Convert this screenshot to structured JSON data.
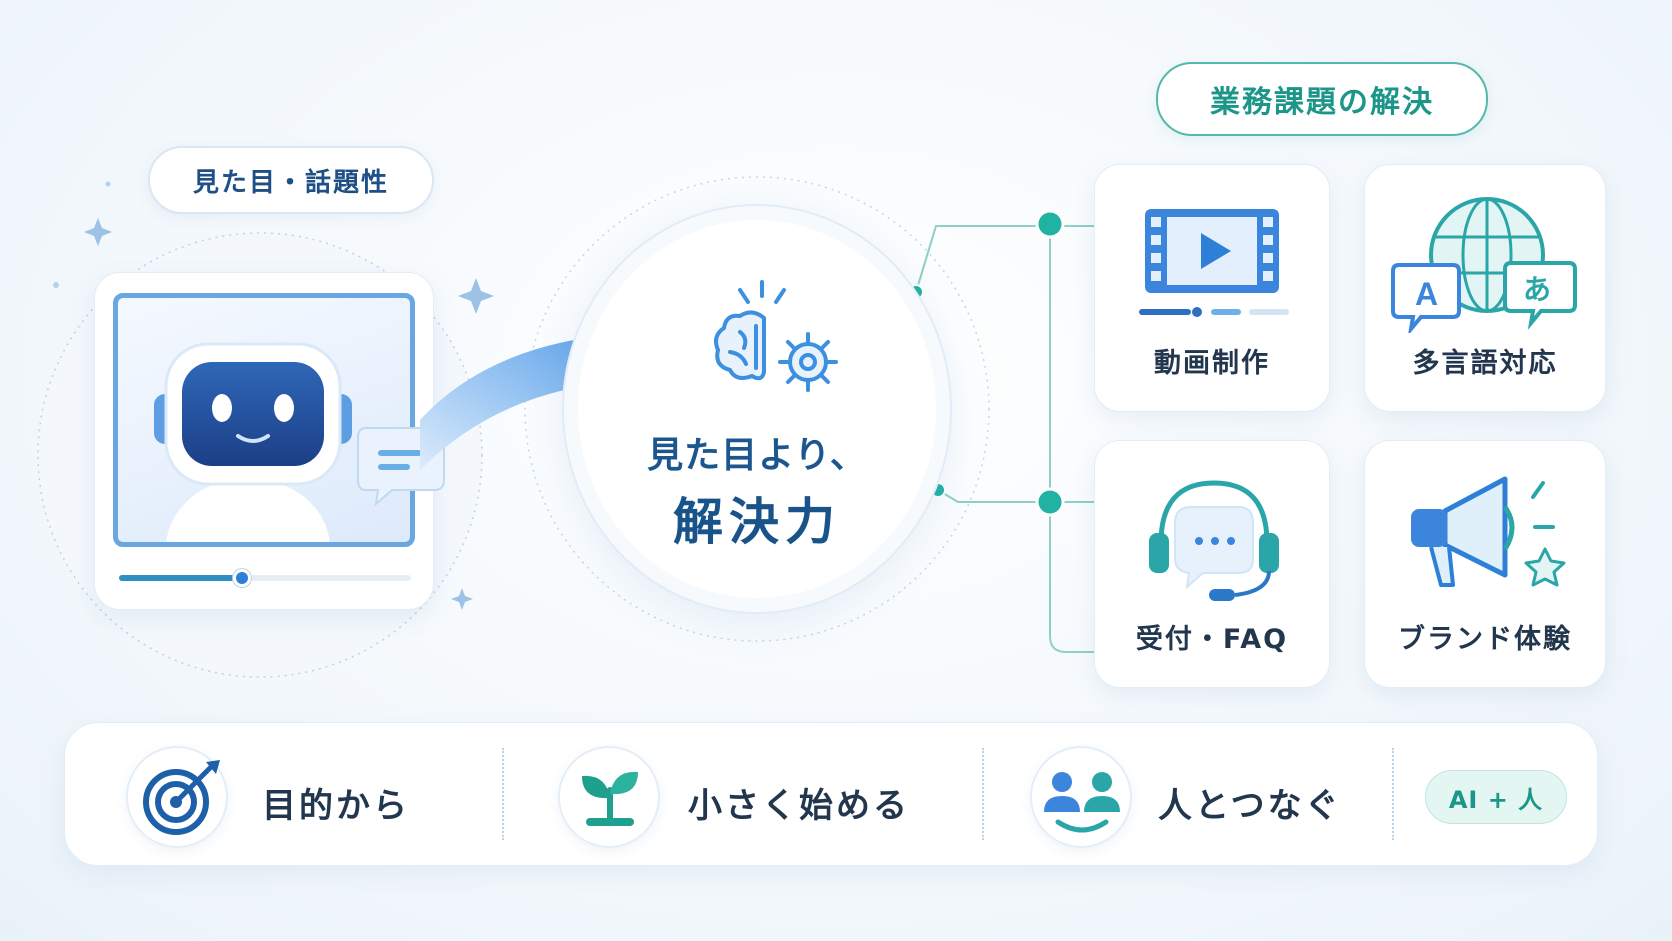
{
  "left_tag": {
    "label": "見た目・話題性"
  },
  "right_tag": {
    "label": "業務課題の解決"
  },
  "device": {
    "icon": "robot-avatar-icon",
    "progress": 0.42
  },
  "center": {
    "line1": "見た目より、",
    "line2": "解決力",
    "icon": "brain-gear-icon"
  },
  "services": [
    {
      "label": "動画制作",
      "icon": "video-film-icon"
    },
    {
      "label": "多言語対応",
      "icon": "globe-language-icon"
    },
    {
      "label": "受付・FAQ",
      "icon": "headset-chat-icon"
    },
    {
      "label": "ブランド体験",
      "icon": "megaphone-icon"
    }
  ],
  "values": [
    {
      "label": "目的から",
      "icon": "target-icon"
    },
    {
      "label": "小さく始める",
      "icon": "sprout-icon"
    },
    {
      "label": "人とつなぐ",
      "icon": "people-connect-icon"
    }
  ],
  "badge": {
    "label": "AI + 人"
  },
  "colors": {
    "primary_blue": "#2e7fd8",
    "teal": "#1c9688",
    "navy_text": "#1c568f"
  }
}
